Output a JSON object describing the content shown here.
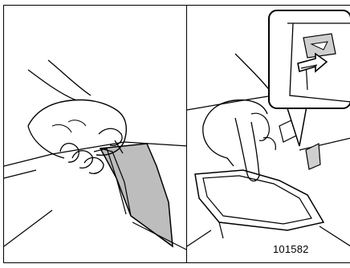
{
  "figure": {
    "code": "101582",
    "panels": [
      {
        "id": "left",
        "icon": "hand-pulling-mat-illustration"
      },
      {
        "id": "right",
        "icon": "hand-pressing-hook-illustration"
      }
    ],
    "inset_icon": "hook-detail-inset",
    "arrow_icon": "push-arrow-icon"
  }
}
